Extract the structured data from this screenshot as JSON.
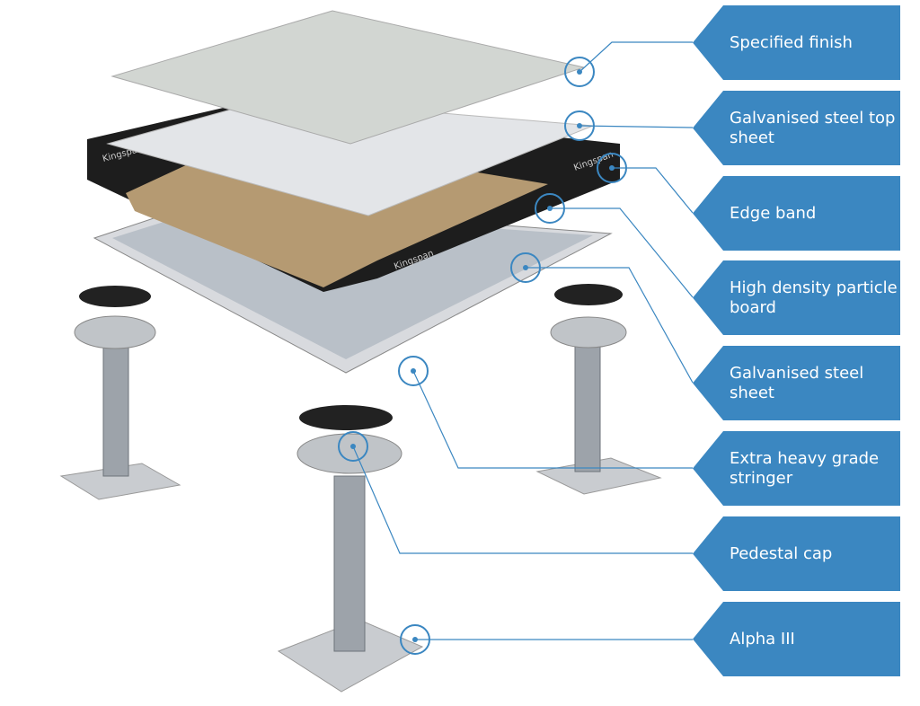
{
  "colors": {
    "accent": "#3b87c1",
    "leader": "#3b87c1"
  },
  "brand_logo_text": "Kingspan",
  "labels": [
    {
      "text": "Specified finish"
    },
    {
      "text": "Galvanised steel top sheet"
    },
    {
      "text": "Edge band"
    },
    {
      "text": "High density particle board"
    },
    {
      "text": "Galvanised steel sheet"
    },
    {
      "text": "Extra heavy grade stringer"
    },
    {
      "text": "Pedestal cap"
    },
    {
      "text": "Alpha III"
    }
  ]
}
